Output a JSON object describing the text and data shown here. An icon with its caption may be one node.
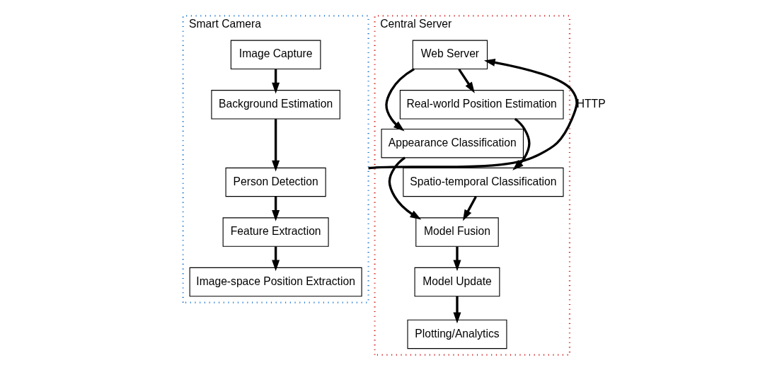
{
  "diagram": {
    "nodes": [
      {
        "text": [
          "Smart Camera"
        ]
      },
      {
        "text": [
          "Image Capture"
        ],
        "in": 0
      },
      {
        "text": [
          "Background Estimation"
        ],
        "in": 0
      },
      {
        "text": [
          "Person Detection"
        ],
        "in": 0
      },
      {
        "text": [
          "Feature Extraction"
        ],
        "in": 0
      },
      {
        "text": [
          "Image-space Position Extraction"
        ],
        "in": 0
      },
      {
        "text": [
          "Central Server"
        ]
      },
      {
        "text": [
          "Web Server"
        ],
        "in": 6
      },
      {
        "text": [
          "Appearance Classification"
        ],
        "in": 6
      },
      {
        "text": [
          "Real-world Position Estimation"
        ],
        "in": 6
      },
      {
        "text": [
          "Spatio-temporal Classification"
        ],
        "in": 6
      },
      {
        "text": [
          "Model Fusion"
        ],
        "in": 6
      },
      {
        "text": [
          "Model Update"
        ],
        "in": 6
      },
      {
        "text": [
          "Plotting/Analytics"
        ],
        "in": 6
      }
    ],
    "edges": [
      {
        "from": 1,
        "to": 2,
        "arrow": "to"
      },
      {
        "from": 2,
        "to": 3,
        "arrow": "to"
      },
      {
        "from": 3,
        "to": 4,
        "arrow": "to"
      },
      {
        "from": 4,
        "to": 5,
        "arrow": "to"
      },
      {
        "from": 0,
        "to": 7,
        "arrow": "to",
        "label": "HTTP"
      },
      {
        "from": 7,
        "to": 8,
        "arrow": "to"
      },
      {
        "from": 7,
        "to": 9,
        "arrow": "to"
      },
      {
        "from": 8,
        "to": 11,
        "arrow": "to"
      },
      {
        "from": 9,
        "to": 10,
        "arrow": "to"
      },
      {
        "from": 10,
        "to": 11,
        "arrow": "to"
      },
      {
        "from": 11,
        "to": 12,
        "arrow": "to"
      },
      {
        "from": 12,
        "to": 13,
        "arrow": "to"
      }
    ]
  }
}
